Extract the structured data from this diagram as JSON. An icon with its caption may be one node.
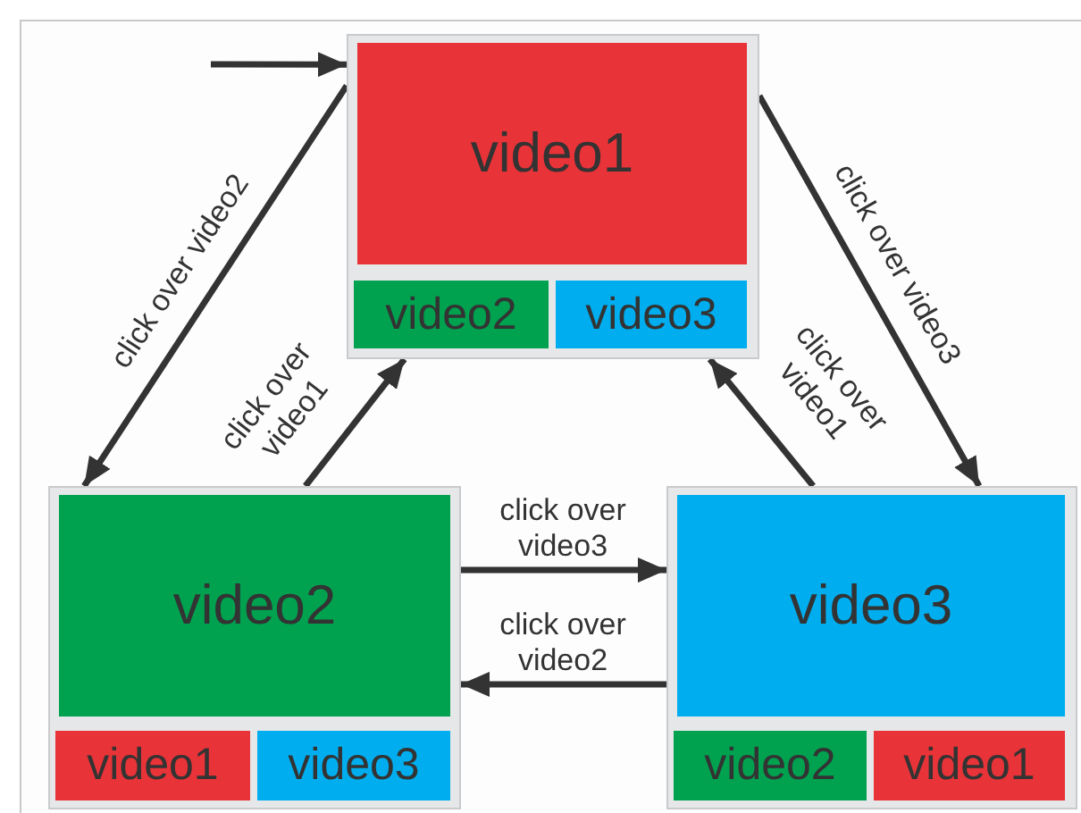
{
  "diagram": {
    "nodes": [
      {
        "text": [],
        "shape": "box"
      },
      {
        "text": [
          "video1"
        ],
        "in": 0
      },
      {
        "text": [
          "video2"
        ],
        "in": 0
      },
      {
        "text": [
          "video3"
        ],
        "in": 0
      },
      {
        "text": [],
        "shape": "box"
      },
      {
        "text": [
          "video2"
        ],
        "in": 4
      },
      {
        "text": [
          "video1"
        ],
        "in": 4
      },
      {
        "text": [
          "video3"
        ],
        "in": 4
      },
      {
        "text": [],
        "shape": "box"
      },
      {
        "text": [
          "video3"
        ],
        "in": 8
      },
      {
        "text": [
          "video2"
        ],
        "in": 8
      },
      {
        "text": [
          "video1"
        ],
        "in": 8
      }
    ],
    "edges": [
      {
        "from": null,
        "to": 0,
        "arrow": "to"
      },
      {
        "from": 0,
        "to": 4,
        "arrow": "to",
        "label": "click over video2"
      },
      {
        "from": 4,
        "to": 0,
        "arrow": "to",
        "label": "click over video1"
      },
      {
        "from": 8,
        "to": 0,
        "arrow": "to",
        "label": "click over video1"
      },
      {
        "from": 0,
        "to": 8,
        "arrow": "to",
        "label": "click over video3"
      },
      {
        "from": 4,
        "to": 8,
        "arrow": "to",
        "label": "click over video3"
      },
      {
        "from": 8,
        "to": 4,
        "arrow": "to",
        "label": "click over video2"
      }
    ]
  }
}
